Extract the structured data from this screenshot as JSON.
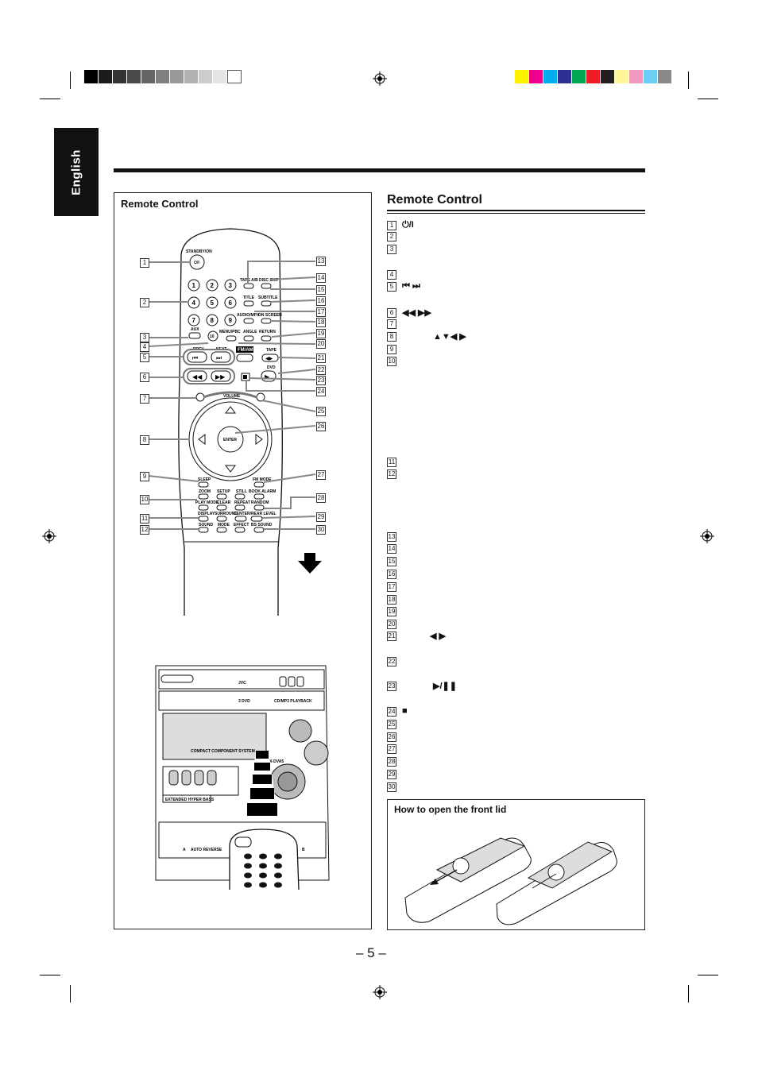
{
  "language_tab": "English",
  "page_number": "– 5 –",
  "left_box": {
    "title": "Remote Control",
    "remote_labels": {
      "standby": "STANDBY/ON",
      "tape_ab": "TAPE A/B",
      "disc_skip": "DISC SKIP",
      "title": "TITLE",
      "subtitle": "SUBTITLE",
      "audio_mpx": "AUDIO/MPX",
      "on_screen": "ON SCREEN",
      "aux": "AUX",
      "menu_pbc": "MENU/PBC",
      "angle": "ANGLE",
      "return": "RETURN",
      "prev": "PREV",
      "next": "NEXT",
      "fm_am": "FM/AM",
      "tape": "TAPE",
      "dvd": "DVD",
      "volume": "VOLUME",
      "enter": "ENTER",
      "sleep": "SLEEP",
      "fm_mode": "FM MODE",
      "zoom": "ZOOM",
      "setup": "SETUP",
      "still": "STILL",
      "book_alarm": "BOOK ALARM",
      "play_mode": "PLAY MODE",
      "clear": "CLEAR",
      "repeat": "REPEAT",
      "random": "RANDOM",
      "display": "DISPLAY",
      "surround": "SURROUND",
      "center_level": "CENTER/REAR LEVEL",
      "sound": "SOUND",
      "mode": "MODE",
      "effect": "EFFECT",
      "bs_sound": "BS SOUND",
      "ten": "10",
      "keypad": [
        "1",
        "2",
        "3",
        "4",
        "5",
        "6",
        "7",
        "8",
        "9"
      ]
    },
    "unit_labels": {
      "brand": "JVC",
      "dvd_logo": "3 DVD",
      "playback": "CD/MP3 PLAYBACK",
      "compact": "COMPACT COMPONENT SYSTEM",
      "model": "MX-DVA5",
      "hyper_bass": "EXTENDED HYPER BASS",
      "deck_a": "A",
      "deck_b": "B",
      "auto_reverse": "AUTO REVERSE"
    }
  },
  "right": {
    "title": "Remote Control",
    "items": [
      {
        "n": "1",
        "sym": "⏻/I"
      },
      {
        "n": "2",
        "sym": ""
      },
      {
        "n": "3",
        "sym": ""
      },
      {
        "n": "4",
        "sym": ""
      },
      {
        "n": "5",
        "sym": "⏮ ⏭"
      },
      {
        "n": "6",
        "sym": "◀◀ ▶▶"
      },
      {
        "n": "7",
        "sym": ""
      },
      {
        "n": "8",
        "sym": "▲▼◀ ▶"
      },
      {
        "n": "9",
        "sym": ""
      },
      {
        "n": "10",
        "sym": ""
      },
      {
        "n": "11",
        "sym": ""
      },
      {
        "n": "12",
        "sym": ""
      },
      {
        "n": "13",
        "sym": ""
      },
      {
        "n": "14",
        "sym": ""
      },
      {
        "n": "15",
        "sym": ""
      },
      {
        "n": "16",
        "sym": ""
      },
      {
        "n": "17",
        "sym": ""
      },
      {
        "n": "18",
        "sym": ""
      },
      {
        "n": "19",
        "sym": ""
      },
      {
        "n": "20",
        "sym": ""
      },
      {
        "n": "21",
        "sym": "◀ ▶"
      },
      {
        "n": "22",
        "sym": ""
      },
      {
        "n": "23",
        "sym": "▶/❚❚"
      },
      {
        "n": "24",
        "sym": "■"
      },
      {
        "n": "25",
        "sym": ""
      },
      {
        "n": "26",
        "sym": ""
      },
      {
        "n": "27",
        "sym": ""
      },
      {
        "n": "28",
        "sym": ""
      },
      {
        "n": "29",
        "sym": ""
      },
      {
        "n": "30",
        "sym": ""
      }
    ]
  },
  "lid_box": {
    "title": "How to open the front lid"
  },
  "colors": {
    "gray_bar": [
      "#000000",
      "#1c1c1c",
      "#333333",
      "#4a4a4a",
      "#666666",
      "#7f7f7f",
      "#999999",
      "#b2b2b2",
      "#cccccc",
      "#e5e5e5",
      "#ffffff"
    ],
    "color_bar": [
      "#fff200",
      "#ec008c",
      "#00aeef",
      "#2e3192",
      "#00a651",
      "#ed1c24",
      "#231f20",
      "#fff799",
      "#f49ac1",
      "#6dcff6",
      "#898989"
    ]
  }
}
